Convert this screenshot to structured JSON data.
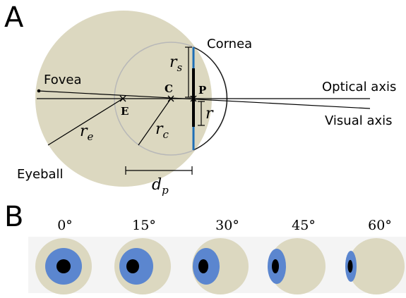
{
  "panel_a": {
    "letter": "A",
    "labels": {
      "cornea": "Cornea",
      "fovea": "Fovea",
      "optical_axis": "Optical axis",
      "visual_axis": "Visual axis",
      "eyeball": "Eyeball",
      "point_c": "C",
      "point_e": "E",
      "point_p": "P"
    },
    "math": {
      "rs_base": "r",
      "rs_sub": "s",
      "r": "r",
      "re_base": "r",
      "re_sub": "e",
      "rc_base": "r",
      "rc_sub": "c",
      "dp_base": "d",
      "dp_sub": "p"
    },
    "colors": {
      "eyeball_fill": "#dcd8c0",
      "cornea_circle_stroke": "#b8b8b8",
      "pupil_plane": "#1f6fb6",
      "pupil": "#000000",
      "line": "#000000"
    }
  },
  "panel_b": {
    "letter": "B",
    "eyes": [
      {
        "angle": "0°"
      },
      {
        "angle": "15°"
      },
      {
        "angle": "30°"
      },
      {
        "angle": "45°"
      },
      {
        "angle": "60°"
      }
    ],
    "colors": {
      "background": "#f4f4f4",
      "eyeball": "#dcd8c0",
      "iris": "#5b86cf",
      "pupil": "#000000"
    }
  }
}
